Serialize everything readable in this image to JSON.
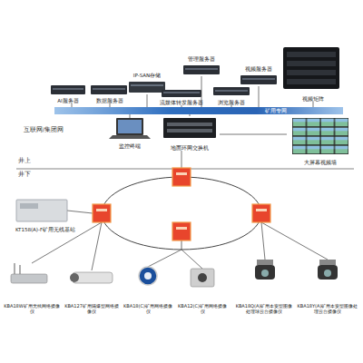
{
  "diagram": {
    "nodes": [
      {
        "text": [
          "AI服务器"
        ]
      },
      {
        "text": [
          "数据服务器"
        ]
      },
      {
        "text": [
          "IP-SAN存储"
        ]
      },
      {
        "text": [
          "流媒体转发服务器"
        ]
      },
      {
        "text": [
          "管理服务器"
        ]
      },
      {
        "text": [
          "视频服务器"
        ]
      },
      {
        "text": [
          "浏览服务器"
        ]
      },
      {
        "text": [
          "视频矩阵"
        ]
      },
      {
        "text": [
          "矿用专网"
        ]
      },
      {
        "text": [
          "监控终端"
        ]
      },
      {
        "text": [
          "地面环网交换机"
        ]
      },
      {
        "text": [
          "大屏幕视频墙"
        ]
      },
      {
        "text": [
          "KT158(A)-F矿用无线基站"
        ]
      },
      {
        "text": [
          "KBA18W矿用无线网络摄像仪"
        ]
      },
      {
        "text": [
          "KBA127矿用隔爆型网络摄像仪"
        ]
      },
      {
        "text": [
          "KBA18(C)矿用网络摄像仪"
        ]
      },
      {
        "text": [
          "KBA12(C)矿用网络摄像仪"
        ]
      },
      {
        "text": [
          "KBA18Q(A)矿用本安型图像处理球云台摄像仪"
        ]
      },
      {
        "text": [
          "KBA18Y(A)矿用本安型图像处理云台摄像仪"
        ]
      }
    ],
    "edges": [
      {
        "from": 0,
        "to": 8,
        "arrow": "none"
      },
      {
        "from": 1,
        "to": 8,
        "arrow": "none"
      },
      {
        "from": 2,
        "to": 8,
        "arrow": "none"
      },
      {
        "from": 3,
        "to": 8,
        "arrow": "none"
      },
      {
        "from": 4,
        "to": 8,
        "arrow": "none"
      },
      {
        "from": 5,
        "to": 8,
        "arrow": "none"
      },
      {
        "from": 6,
        "to": 8,
        "arrow": "none"
      },
      {
        "from": 7,
        "to": 8,
        "arrow": "none"
      },
      {
        "from": 8,
        "to": 9,
        "arrow": "none"
      },
      {
        "from": 8,
        "to": 10,
        "arrow": "none"
      },
      {
        "from": 10,
        "to": 11,
        "arrow": "none"
      }
    ],
    "labels": [
      "互联网/集团网",
      "井上",
      "井下"
    ]
  }
}
